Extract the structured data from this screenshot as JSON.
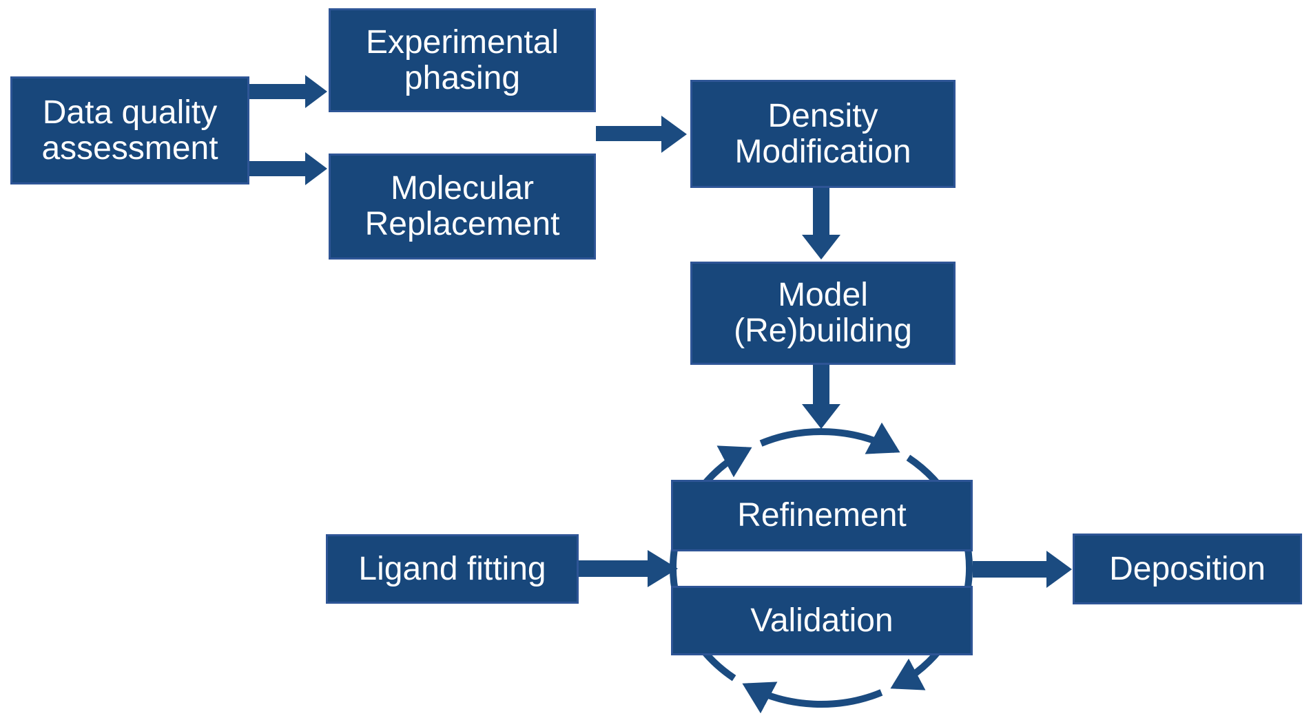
{
  "colors": {
    "box_fill": "#18477b",
    "box_border": "#2e5596",
    "arrow": "#1b4b80",
    "text": "#ffffff",
    "background": "#ffffff"
  },
  "nodes": {
    "data_quality_assessment": {
      "line1": "Data quality",
      "line2": "assessment"
    },
    "experimental_phasing": {
      "line1": "Experimental",
      "line2": "phasing"
    },
    "molecular_replacement": {
      "line1": "Molecular",
      "line2": "Replacement"
    },
    "density_modification": {
      "line1": "Density",
      "line2": "Modification"
    },
    "model_rebuilding": {
      "line1": "Model",
      "line2": "(Re)building"
    },
    "refinement": {
      "label": "Refinement"
    },
    "validation": {
      "label": "Validation"
    },
    "ligand_fitting": {
      "label": "Ligand fitting"
    },
    "deposition": {
      "label": "Deposition"
    }
  }
}
